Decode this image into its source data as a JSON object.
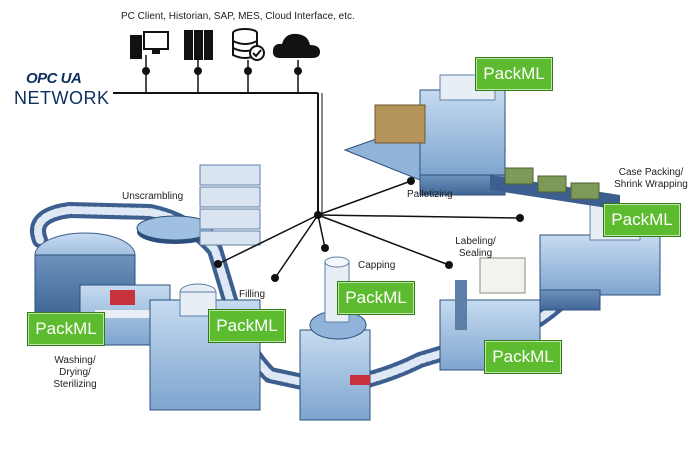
{
  "header": {
    "systems_label": "PC Client, Historian, SAP, MES, Cloud Interface, etc."
  },
  "logo": {
    "opc": "OPC UA",
    "network": "NETWORK"
  },
  "icons": [
    "pc-client-icon",
    "server-icon",
    "database-icon",
    "cloud-icon"
  ],
  "stations": {
    "unscrambling": "Unscrambling",
    "palletizing": "Palletizing",
    "case_packing_1": "Case Packing/",
    "case_packing_2": "Shrink Wrapping",
    "labeling_1": "Labeling/",
    "labeling_2": "Sealing",
    "capping": "Capping",
    "filling": "Filling",
    "washing_1": "Washing/",
    "washing_2": "Drying/",
    "washing_3": "Sterilizing"
  },
  "badges": {
    "palletizing": "PackML",
    "case_packing": "PackML",
    "capping": "PackML",
    "filling": "PackML",
    "washing": "PackML",
    "labeling": "PackML"
  },
  "colors": {
    "packml_green": "#5dbb2f",
    "machine_blue": "#8fb3d9",
    "dark_navy": "#0d2f5e"
  }
}
